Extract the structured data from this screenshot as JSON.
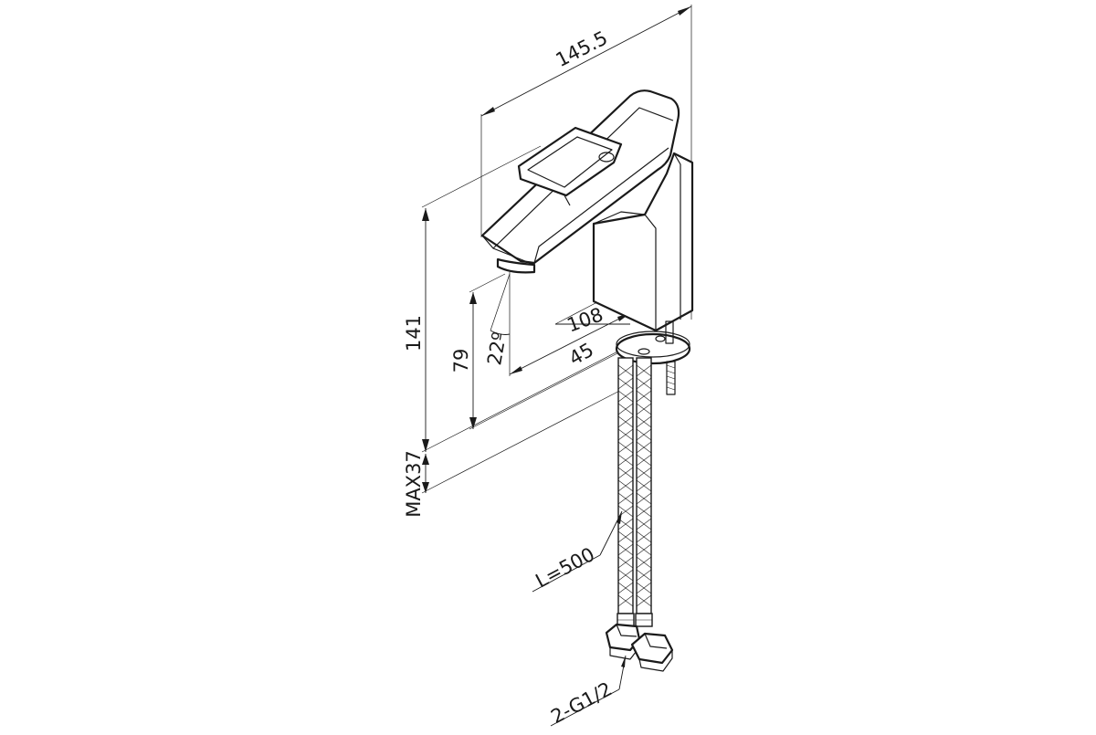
{
  "dimensions": {
    "overall_length": "145.5",
    "height": "141",
    "spout_height": "79",
    "spout_angle": "22º",
    "spout_reach": "45",
    "mount_distance": "108",
    "max_deck_thickness": "MAX37"
  },
  "callouts": {
    "hose_length": "L=500",
    "connection_thread": "2-G1/2"
  },
  "colors": {
    "line": "#1a1a1a",
    "background": "#ffffff"
  }
}
